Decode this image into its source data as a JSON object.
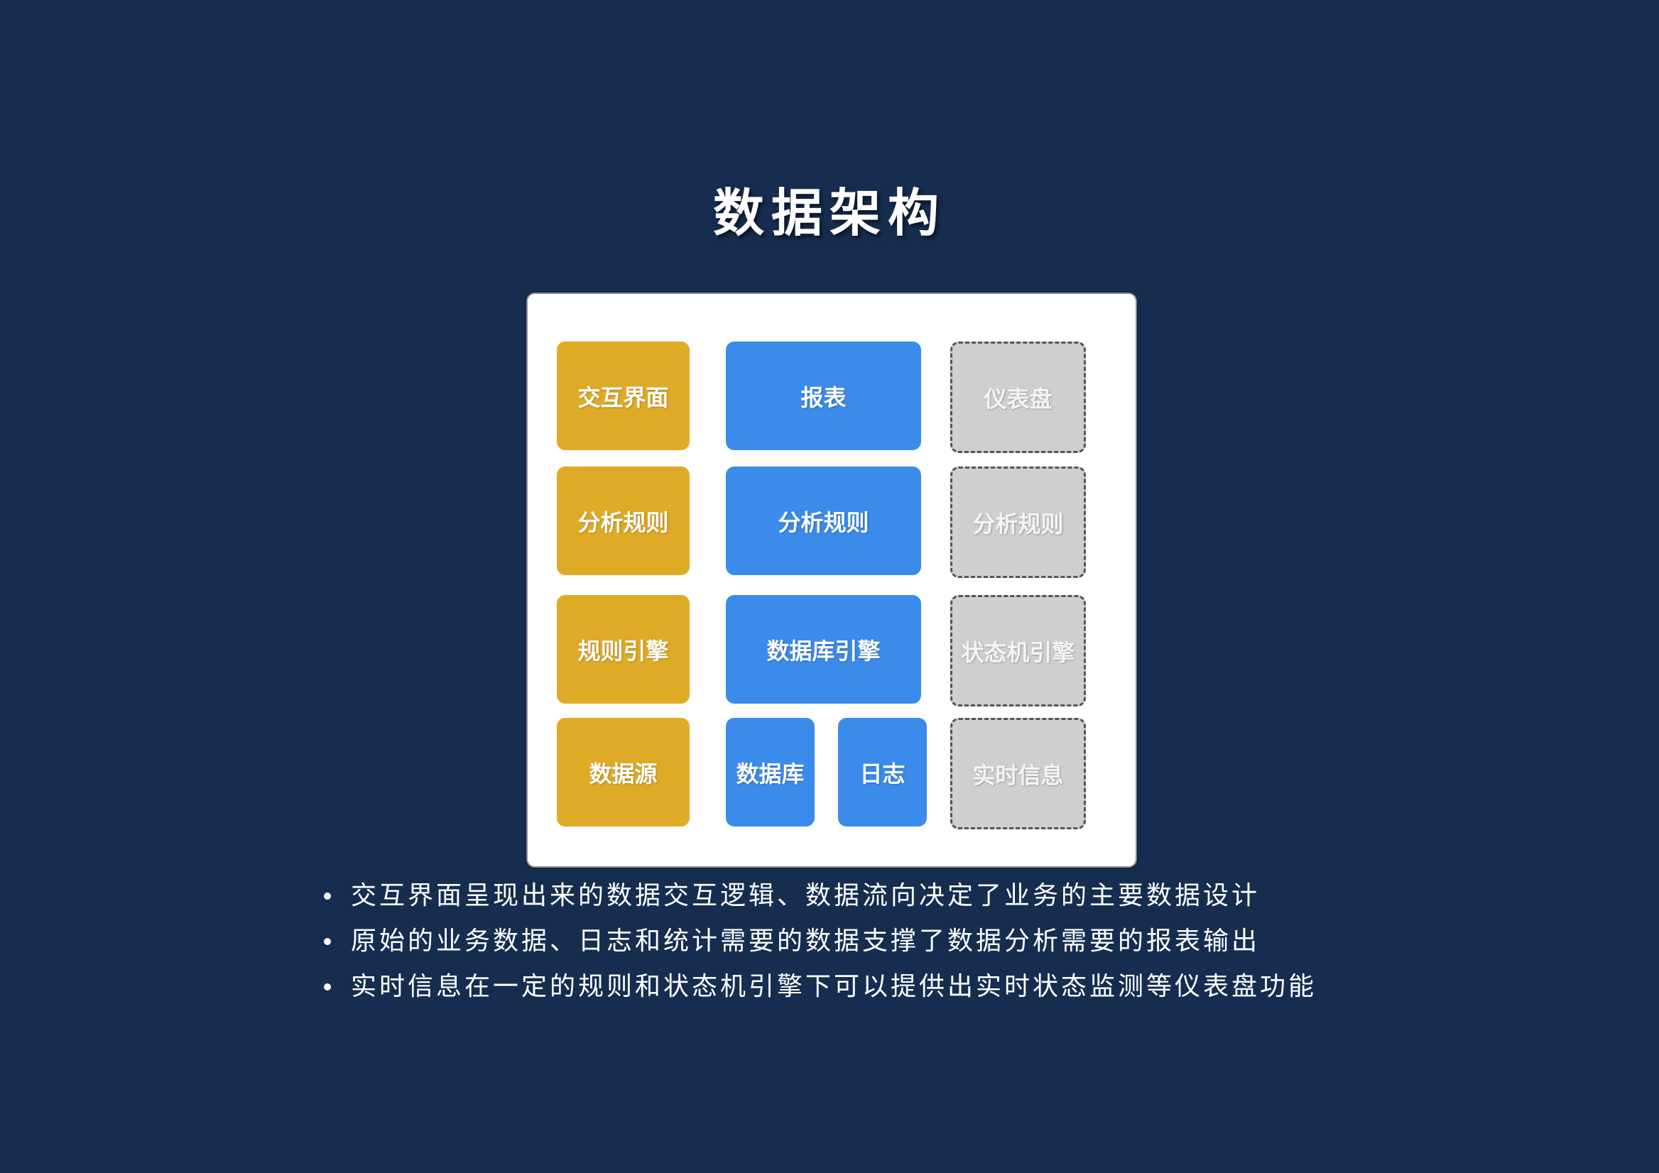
{
  "title": "数据架构",
  "diagram": {
    "col1": [
      "交互界面",
      "分析规则",
      "规则引擎",
      "数据源"
    ],
    "col2": [
      "报表",
      "分析规则",
      "数据库引擎",
      "数据库",
      "日志"
    ],
    "col3": [
      "仪表盘",
      "分析规则",
      "状态机引擎",
      "实时信息"
    ]
  },
  "bullets": [
    "交互界面呈现出来的数据交互逻辑、数据流向决定了业务的主要数据设计",
    "原始的业务数据、日志和统计需要的数据支撑了数据分析需要的报表输出",
    "实时信息在一定的规则和状态机引擎下可以提供出实时状态监测等仪表盘功能"
  ],
  "colors": {
    "background": "#162d50",
    "gold": "#dfab27",
    "blue": "#3b8beb",
    "gray": "#cfcfcf"
  }
}
